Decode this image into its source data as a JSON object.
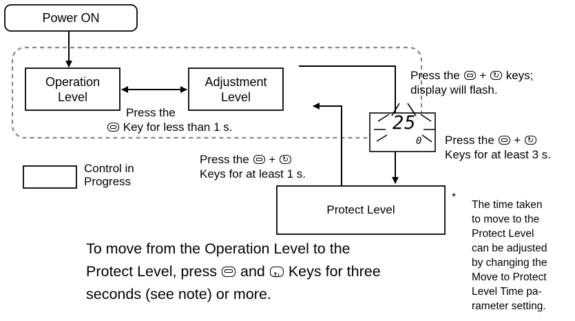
{
  "power_on": "Power ON",
  "operation_level": {
    "line1": "Operation",
    "line2": "Level"
  },
  "adjustment_level": {
    "line1": "Adjustment",
    "line2": "Level"
  },
  "protect_level": "Protect Level",
  "legend": {
    "line1": "Control in",
    "line2": "Progress"
  },
  "press_short": {
    "line1": "Press the",
    "line2": "Key for less than 1 s."
  },
  "press_1s": {
    "line1a": "Press the",
    "line1b": "+",
    "line2": "Keys for at least 1 s."
  },
  "press_flash": {
    "line1a": "Press the",
    "line1b": "+",
    "line1c": "keys;",
    "line2": "display will flash."
  },
  "press_3s": {
    "line1a": "Press the",
    "line1b": "+",
    "line2": "Keys for at least 3 s."
  },
  "display": {
    "main": "25",
    "sub": "0"
  },
  "move_text": {
    "line1": "To move from the Operation Level to the",
    "line2a": "Protect Level, press",
    "line2b": "and",
    "line2c": "Keys for three",
    "line3": "seconds (see note) or more."
  },
  "note": {
    "star": "*",
    "lines": [
      "The time taken",
      "to move to the",
      "Protect Level",
      "can be adjusted",
      "by changing the",
      "Move to Protect",
      "Level Time pa-",
      "rameter setting."
    ]
  },
  "icons": [
    "mode-key-icon",
    "cycle-key-icon"
  ]
}
